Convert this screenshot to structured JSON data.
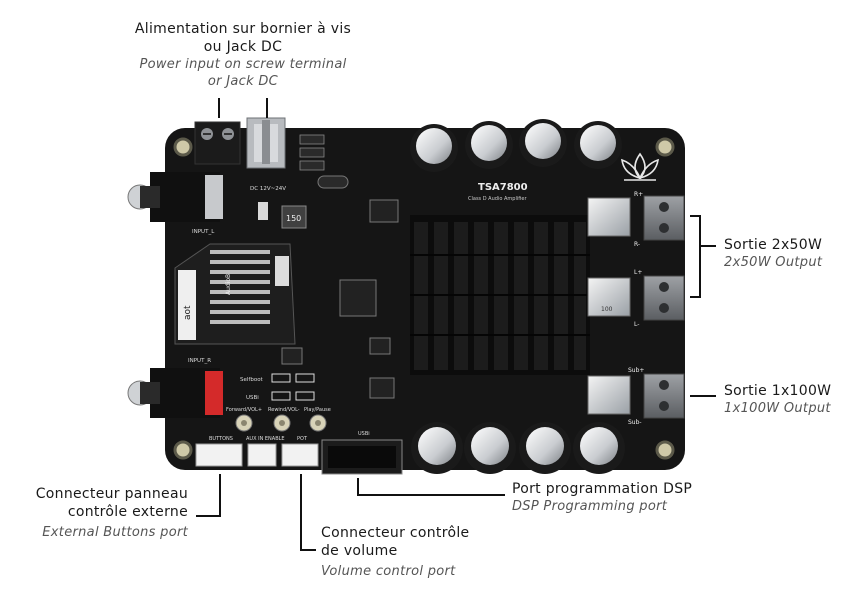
{
  "labels": {
    "power": {
      "fr": [
        "Alimentation sur bornier à vis",
        "ou Jack DC"
      ],
      "en": [
        "Power input on screw terminal",
        "or Jack DC"
      ]
    },
    "out2x50": {
      "fr": [
        "Sortie 2x50W"
      ],
      "en": [
        "2x50W Output"
      ]
    },
    "out1x100": {
      "fr": [
        "Sortie 1x100W"
      ],
      "en": [
        "1x100W Output"
      ]
    },
    "dsp": {
      "fr": [
        "Port programmation DSP"
      ],
      "en": [
        "DSP Programming port"
      ]
    },
    "buttons": {
      "fr": [
        "Connecteur panneau",
        "contrôle externe"
      ],
      "en": [
        "External Buttons port"
      ]
    },
    "volume": {
      "fr": [
        "Connecteur contrôle",
        "de volume"
      ],
      "en": [
        "Volume control port"
      ]
    }
  },
  "board": {
    "chip_title": "TSA7800",
    "chip_subtitle": "Class D Audio Amplifier",
    "dc_label": "DC 12V~24V",
    "input_l": "INPUT_L",
    "input_r": "INPUT_R",
    "header_buttons": "BUTTONS",
    "header_aux": "AUX IN ENABLE",
    "header_pot": "POT",
    "header_usbi": "USBi",
    "btn_forward": "Forward/VOL+",
    "btn_rewind": "Rewind/VOL-",
    "btn_play": "Play/Pause",
    "selfboot": "Selfboot",
    "usbi_jumper": "USBi",
    "ind_150": "150",
    "ind_100": "100",
    "out_rplus": "R+",
    "out_rminus": "R-",
    "out_lplus": "L+",
    "out_lminus": "L-",
    "out_subplus": "Sub+",
    "out_subminus": "Sub-",
    "module_brand": "aot",
    "module_name": "AudioB"
  },
  "colors": {
    "pcb": "#151515",
    "heatsink": "#0c0c0c",
    "leader": "#111111",
    "header_white": "#f2f2f2",
    "terminal_grey": "#7a7d80",
    "rca_red": "#d42a2a"
  }
}
